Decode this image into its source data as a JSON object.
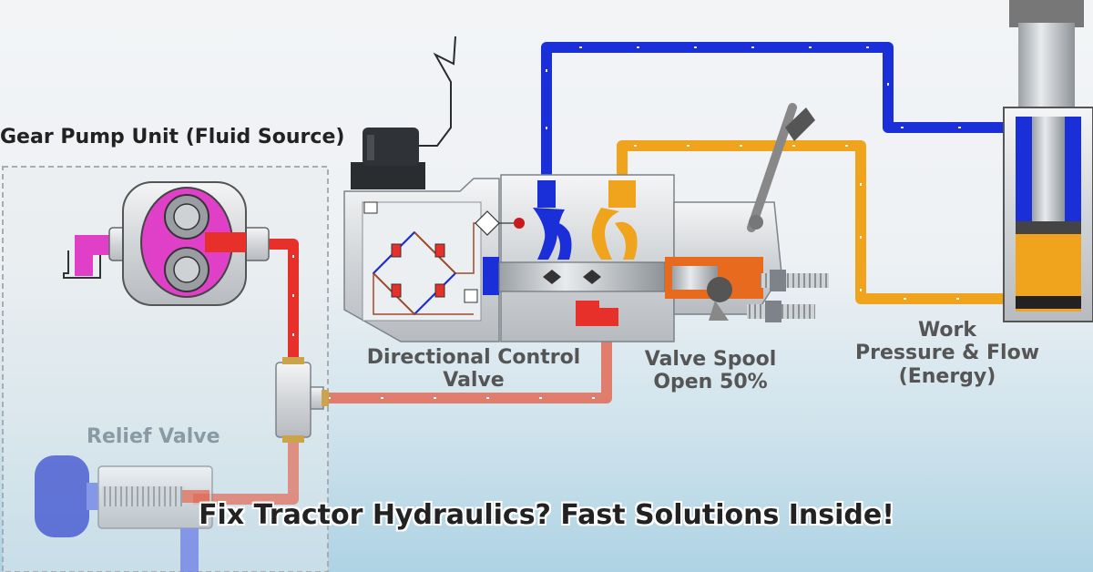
{
  "labels": {
    "gear_pump": "Gear Pump Unit (Fluid Source)",
    "dcv_line1": "Directional Control",
    "dcv_line2": "Valve",
    "spool_line1": "Valve Spool",
    "spool_line2": "Open 50%",
    "work_line1": "Work",
    "work_line2": "Pressure & Flow",
    "work_line3": "(Energy)",
    "relief_valve": "Relief Valve"
  },
  "headline": "Fix Tractor Hydraulics?  Fast Solutions Inside!",
  "colors": {
    "pressure_line": "#e8302b",
    "return_line": "#1b2fd8",
    "work_line": "#f0a31c",
    "pump_fluid": "#e040c8",
    "pump_body": "#c9cdd1",
    "cylinder_oil": "#f0a31c"
  }
}
